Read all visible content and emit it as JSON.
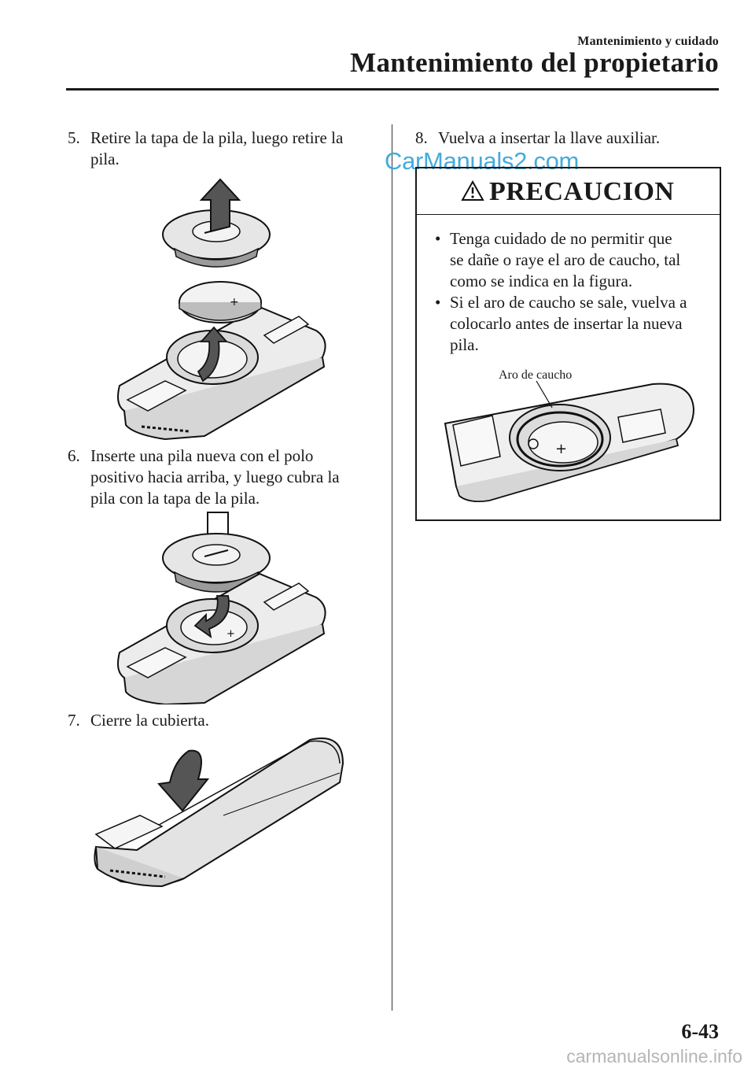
{
  "header": {
    "section": "Mantenimiento y cuidado",
    "title": "Mantenimiento del propietario"
  },
  "left_column": {
    "step5": {
      "number": "5.",
      "line1": "Retire la tapa de la pila, luego retire la",
      "line2": "pila."
    },
    "step6": {
      "number": "6.",
      "line1": "Inserte una pila nueva con el polo",
      "line2": "positivo hacia arriba, y luego cubra la",
      "line3": "pila con la tapa de la pila."
    },
    "step7": {
      "number": "7.",
      "line1": "Cierre la cubierta."
    }
  },
  "right_column": {
    "step8": {
      "number": "8.",
      "line1": "Vuelva a insertar la llave auxiliar."
    },
    "caution": {
      "title": "PRECAUCION",
      "bullet_char": "•",
      "bullets": [
        {
          "line1": "Tenga cuidado de no permitir que",
          "line2": "se dañe o raye el aro de caucho, tal",
          "line3": "como se indica en la figura."
        },
        {
          "line1": "Si el aro de caucho se sale, vuelva a",
          "line2": "colocarlo antes de insertar la nueva",
          "line3": "pila."
        }
      ],
      "figure_label": "Aro de caucho"
    }
  },
  "watermark": "CarManuals2.com",
  "footer": {
    "page_number": "6-43",
    "site": "carmanualsonline.info"
  },
  "colors": {
    "text": "#1a1a1a",
    "watermark": "#3aa7d9",
    "footer_site": "#b5b5b5"
  },
  "icons": [
    "warning-triangle-icon",
    "up-arrow-icon",
    "down-arrow-icon",
    "curved-arrow-icon"
  ]
}
